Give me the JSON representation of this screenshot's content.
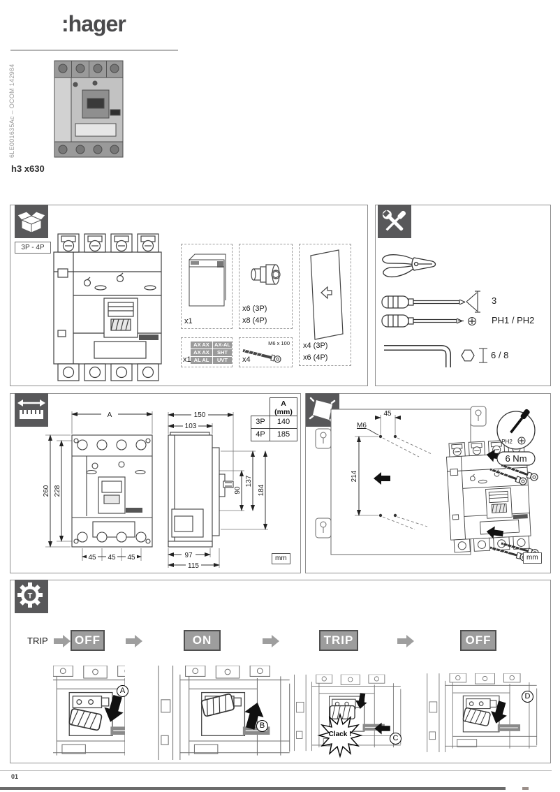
{
  "colors": {
    "icon_tile_bg": "#58585a",
    "state_box_bg": "#9d9d9d",
    "label_cell_bg": "#9b9b9b"
  },
  "header": {
    "logo": ":hager",
    "doc_ref": "6LE001635Ac – OCOM 142984",
    "product_name": "h3 x630"
  },
  "packing": {
    "poles_label": "3P - 4P",
    "leaflet_qty": "x1",
    "connector_qty_3p": "x6 (3P)",
    "connector_qty_4p": "x8 (4P)",
    "cover_qty_3p": "x4 (3P)",
    "cover_qty_4p": "x6 (4P)",
    "labels_qty": "x1",
    "label_grid": [
      [
        "AX AX",
        "AX-AL"
      ],
      [
        "AX AX",
        "SHT"
      ],
      [
        "AL AL",
        "UVT"
      ]
    ],
    "screw_qty": "x4",
    "screw_size": "M6 x 100"
  },
  "tools": {
    "flat_size": "3",
    "phillips_size": "PH1 / PH2",
    "hex_size": "6 / 8"
  },
  "dimensions": {
    "unit": "mm",
    "front": {
      "width": "A",
      "height_total": "260",
      "height_fixing": "228",
      "pitch": [
        "45",
        "45",
        "45"
      ]
    },
    "side": {
      "d150": "150",
      "d103": "103",
      "d90": "90",
      "d137": "137",
      "d184": "184",
      "d97": "97",
      "d115": "115"
    },
    "table": {
      "header": "A",
      "header_unit": "(mm)",
      "rows": [
        {
          "poles": "3P",
          "value": "140"
        },
        {
          "poles": "4P",
          "value": "185"
        }
      ]
    }
  },
  "mounting": {
    "unit": "mm",
    "spacing_h": "45",
    "spacing_v": "214",
    "thread": "M6",
    "bit": "PH2",
    "torque": "6 Nm"
  },
  "trip_test": {
    "start": "TRIP",
    "states": [
      "OFF",
      "ON",
      "TRIP",
      "OFF"
    ],
    "steps": [
      "A",
      "B",
      "C",
      "D"
    ],
    "sound": "Clack !"
  },
  "footer": {
    "page": "01"
  }
}
